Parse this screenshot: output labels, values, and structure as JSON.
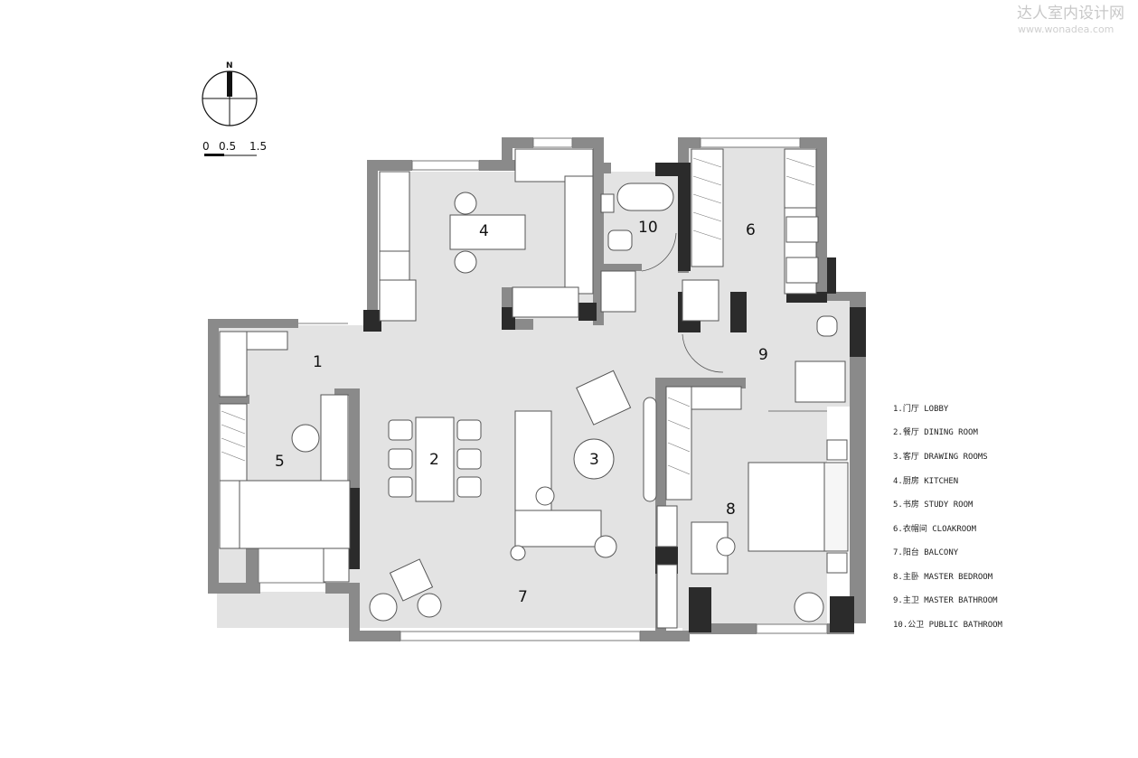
{
  "watermark": {
    "brand": "达人室内设计网",
    "url": "www.wonadea.com"
  },
  "compass": {
    "north_label": "N"
  },
  "scale_bar": {
    "ticks": [
      "0",
      "0.5",
      "1.5"
    ]
  },
  "room_numbers": [
    "1",
    "2",
    "3",
    "4",
    "5",
    "6",
    "7",
    "8",
    "9",
    "10"
  ],
  "legend": [
    "1.门厅 LOBBY",
    "2.餐厅 DINING ROOM",
    "3.客厅 DRAWING ROOMS",
    "4.厨房  KITCHEN",
    "5.书房  STUDY ROOM",
    "6.衣帽间 CLOAKROOM",
    "7.阳台 BALCONY",
    "8.主卧 MASTER BEDROOM",
    "9.主卫 MASTER BATHROOM",
    "10.公卫 PUBLIC BATHROOM"
  ],
  "colors": {
    "wall": "#8a8a8a",
    "column": "#2b2b2b",
    "floor": "#e3e3e3",
    "background": "#ffffff"
  }
}
